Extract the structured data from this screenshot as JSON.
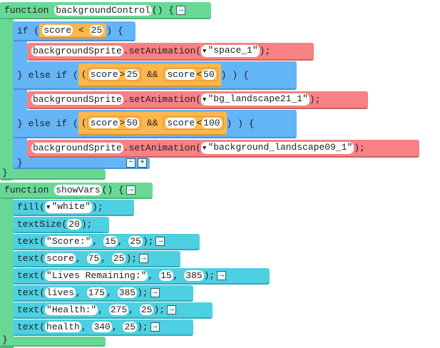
{
  "functions": [
    {
      "keyword": "function",
      "name": "backgroundControl",
      "sig": "() {"
    },
    {
      "keyword": "function",
      "name": "showVars",
      "sig": "() {"
    }
  ],
  "bg": {
    "if_kw": "if (",
    "var": "score",
    "lt": "<",
    "v25": "25",
    "close": ") {",
    "sprite": "backgroundSprite",
    "method": ".setAnimation(",
    "end": ");",
    "anims": [
      "\"space_1\"",
      "\"bg_landscape21_1\"",
      "\"background_landscape09_1\""
    ],
    "elseif_kw": "} else if (",
    "open": "(",
    "gt": ">",
    "and": "&&",
    "v50": "50",
    "v100": "100",
    "close2": ") ) {",
    "brace": "}",
    "minus": "−",
    "plus": "+"
  },
  "vars": [
    {
      "fn": "fill(",
      "args": [
        "\"white\""
      ],
      "dropdown": true,
      "arrow": false
    },
    {
      "fn": "textSize(",
      "args": [
        "20"
      ],
      "arrow": false
    },
    {
      "fn": "text(",
      "args": [
        "\"Score:\"",
        "15",
        "25"
      ],
      "arrow": true
    },
    {
      "fn": "text(",
      "args": [
        "score",
        "75",
        "25"
      ],
      "arrow": true
    },
    {
      "fn": "text(",
      "args": [
        "\"Lives Remaining:\"",
        "15",
        "385"
      ],
      "arrow": true
    },
    {
      "fn": "text(",
      "args": [
        "lives",
        "175",
        "385"
      ],
      "arrow": true
    },
    {
      "fn": "text(",
      "args": [
        "\"Health:\"",
        "275",
        "25"
      ],
      "arrow": true
    },
    {
      "fn": "text(",
      "args": [
        "health",
        "340",
        "25"
      ],
      "arrow": true
    }
  ],
  "sym": {
    "arrow": "→",
    "tri": "▼",
    "comma": ", ",
    "end": ");",
    "brace": "}"
  }
}
